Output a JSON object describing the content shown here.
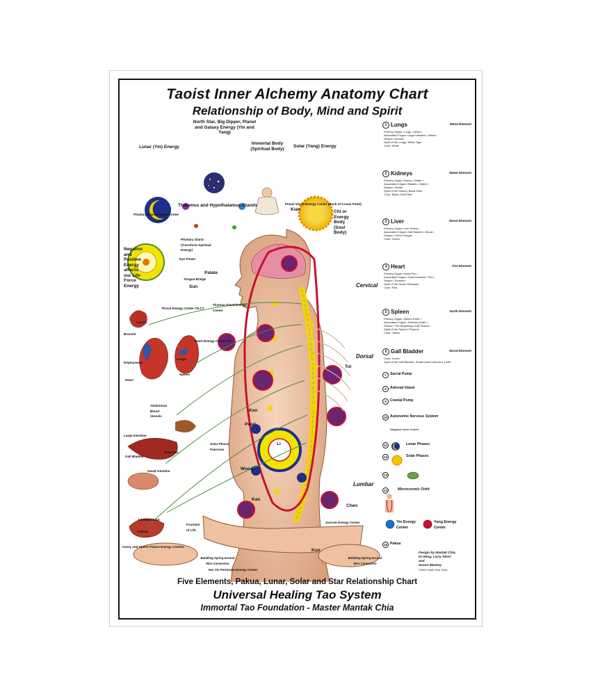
{
  "header": {
    "title": "Taoist Inner Alchemy Anatomy Chart",
    "subtitle": "Relationship of Body, Mind and Spirit"
  },
  "sky": {
    "north_star": "North Star, Big Dipper, Planet and Galaxy Energy (Yin and Yang)",
    "lunar": "Lunar (Yin) Energy",
    "immortal_body": "Immortal Body (Spiritual Body)",
    "solar": "Solar (Yang) Energy",
    "chi_body": "Chi or Energy Body (Soul Body)",
    "negative_positive": "Negative and Positive Energy affects our Life Force Energy"
  },
  "labels": {
    "thalamus": "Thalamus and Hypothalamus Glands",
    "pineal": "Pineal Gland Energy Center (Back of Crown Point)",
    "pituitary_center": "Pituitary Gland Energy Center",
    "pituitary_gland": "Pituitary Gland (Transform Spiritual Energy)",
    "eye_power": "Eye Power",
    "palate": "Palate",
    "tongue": "Tongue Bridge",
    "sun": "Sun",
    "kian": "Kian",
    "throat_center": "Throat Energy Center C5-C7",
    "thymus_center": "Thymus Gland Energy Center",
    "heart_center": "Heart Energy Center C4",
    "larynx": "Larynx",
    "bronchi": "Bronchi",
    "lungs": "Lungs",
    "spleen": "Spleen",
    "emphysema": "Emphysema",
    "heart": "Heart",
    "abdominal_blood_vessels": "Abdominal Blood Vessels",
    "large_intestine": "Large Intestine",
    "gall_bladder": "Gall Bladder",
    "pancreas": "Pancreas",
    "small_intestine": "Small Intestine",
    "adrenal": "Adrenal Gland",
    "kidney": "Kidney",
    "fountain": "Fountain of Life",
    "solar_plexus": "Solar Plexus Pancreas",
    "ken": "Ken",
    "li": "Li",
    "kan": "Kan",
    "pearl": "Pearl",
    "wood": "Wood",
    "cervical": "Cervical",
    "dorsal": "Dorsal",
    "lumbar": "Lumbar",
    "tui": "Tui",
    "chen": "Chen",
    "kun": "Kun",
    "sacrum": "Sacrum Energy Center",
    "ovary": "Ovary and Sperm Palace Energy Centers",
    "bubbling_left": "Bubbling Spring Ground Wire Connection",
    "bubbling_right": "Bubbling Spring Ground Wire Connection",
    "hui_yin": "Hui Yin Perineum Energy Center",
    "yin_center": "Yin Energy Center",
    "yang_center": "Yang Energy Center"
  },
  "panel": {
    "organs": [
      {
        "num": "1",
        "name": "Lungs",
        "element": "Metal Element",
        "fields": [
          "Primary Organ: Lungs • Metal •",
          "Associated Organ: Large Intestine • Metal •",
          "Season: Autumn",
          "Spirit of the Lungs: White Tiger",
          "Color: White"
        ]
      },
      {
        "num": "2",
        "name": "Kidneys",
        "element": "Water Element",
        "fields": [
          "Primary Organ: Kidney • Water •",
          "Associated Organ: Bladder • Water •",
          "Season: Winter",
          "Spirit of the Kidney: Black Deer",
          "Color: Black, Dark Blue"
        ]
      },
      {
        "num": "3",
        "name": "Liver",
        "element": "Wood Element",
        "fields": [
          "Primary Organ: Liver Wood •",
          "Associated Organ: Gall Bladder • Wood •",
          "Season: Green Dragon",
          "Color: Green"
        ]
      },
      {
        "num": "4",
        "name": "Heart",
        "element": "Fire Element",
        "fields": [
          "Primary Organ: Heart Fire •",
          "Associated Organ: Small Intestine • Fire •",
          "Season: Summer",
          "Spirit of the Heart: Pheasant",
          "Color: Red"
        ]
      },
      {
        "num": "5",
        "name": "Spleen",
        "element": "Earth Element",
        "fields": [
          "Primary Organ: Spleen Earth •",
          "Associated Organ: Stomach Earth •",
          "Season: The Beginning of All Season",
          "Spirit of the Spleen: Phoenix",
          "Color: Yellow"
        ]
      },
      {
        "num": "6",
        "name": "Gall Bladder",
        "element": "Wood Element",
        "fields": [
          "Color: Green",
          "Spirit of the Gall Bladder: Snake coiled around a Turtle"
        ]
      }
    ],
    "minis": [
      {
        "num": "7",
        "title": "Sacral Pump"
      },
      {
        "num": "8",
        "title": "Adrenal Gland"
      },
      {
        "num": "9",
        "title": "Cranial Pump"
      },
      {
        "num": "10",
        "title": "Autonomic Nervous System"
      },
      {
        "num": "11",
        "title": "Lunar Phases"
      },
      {
        "num": "12",
        "title": "Solar Phases"
      },
      {
        "num": "13",
        "title": ""
      },
      {
        "num": "14",
        "title": "Microcosmic Orbit"
      },
      {
        "num": "15",
        "title": "Pakua"
      }
    ],
    "diagram_colors": "Diagram Color Codes:",
    "credits": [
      "Design by Mantak Chia,",
      "Di Heng, Larry Short",
      "and",
      "Susan Mackay",
      "©2002 North Star Trust"
    ]
  },
  "footer": {
    "line1": "Five Elements, Pakua, Lunar, Solar and Star Relationship Chart",
    "line2": "Universal Healing Tao System",
    "line3": "Immortal Tao Foundation - Master Mantak Chia"
  },
  "colors": {
    "border": "#111111",
    "skin": "#e9b99a",
    "spine_yellow": "#f3d400",
    "orbit_red": "#c8102e",
    "purple_center": "#6a2470",
    "moon_blue": "#1c2f8a",
    "sun_yellow": "#f5c400",
    "nerve_green": "#4a8c3a"
  }
}
